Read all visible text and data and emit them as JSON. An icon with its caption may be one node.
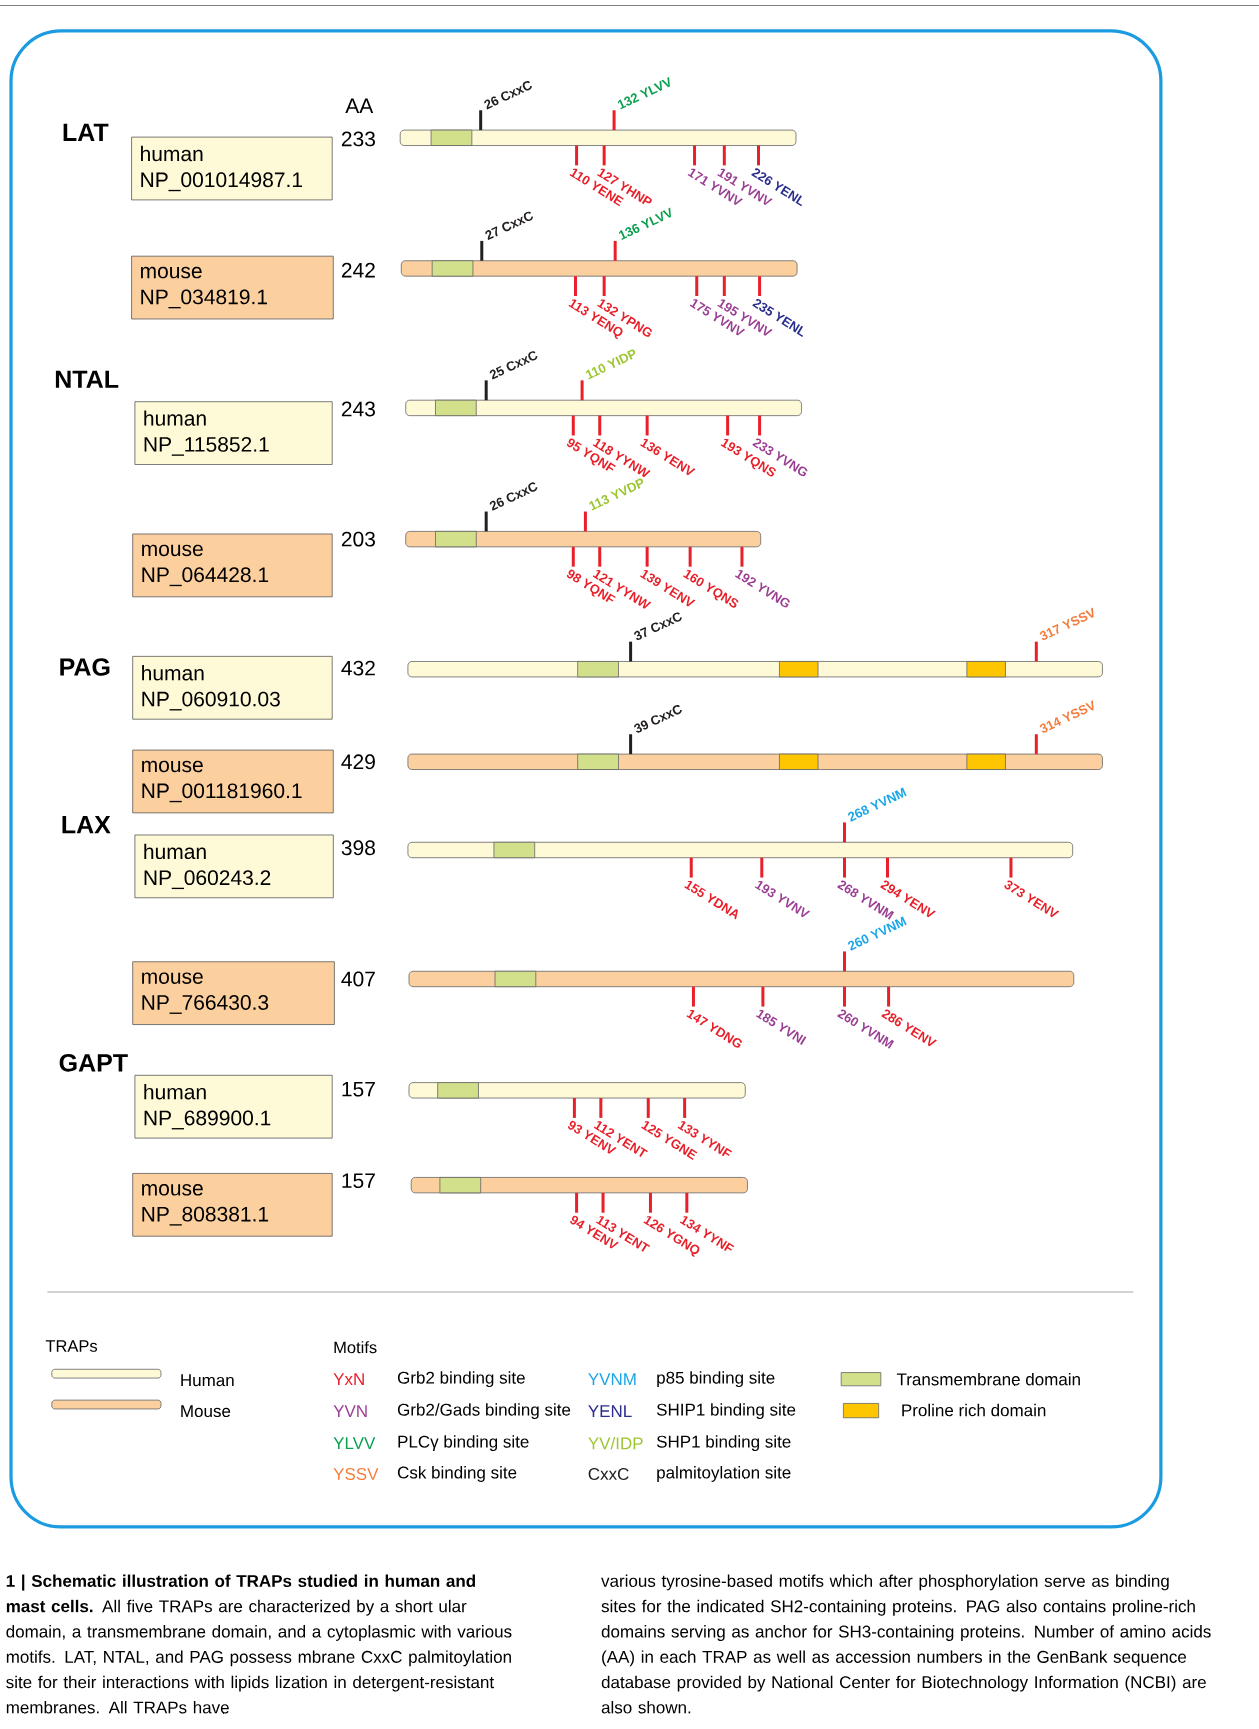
{
  "diagram": {
    "nodes": [
      {
        "text": [
          "human",
          "NP_001014987.1"
        ],
        "beside": [
          "233"
        ]
      },
      {
        "text": [
          "mouse",
          "NP_034819.1"
        ],
        "beside": [
          "242"
        ]
      },
      {
        "text": [
          "human",
          "NP_115852.1"
        ],
        "beside": [
          "243"
        ]
      },
      {
        "text": [
          "mouse",
          "NP_064428.1"
        ],
        "beside": [
          "203"
        ]
      },
      {
        "text": [
          "human",
          "NP_060910.03"
        ],
        "beside": [
          "432"
        ]
      },
      {
        "text": [
          "mouse",
          "NP_001181960.1"
        ],
        "beside": [
          "429"
        ]
      },
      {
        "text": [
          "human",
          "NP_060243.2"
        ],
        "beside": [
          "398"
        ]
      },
      {
        "text": [
          "mouse",
          "NP_766430.3"
        ],
        "beside": [
          "407"
        ]
      },
      {
        "text": [
          "human",
          "NP_689900.1"
        ],
        "beside": [
          "157"
        ]
      },
      {
        "text": [
          "mouse",
          "NP_808381.1"
        ],
        "beside": [
          "157"
        ]
      }
    ],
    "labels": [
      "LAT",
      "AA",
      "26 CxxC",
      "132 YLVV",
      "110 YENE",
      "127 YHNP",
      "171 YVNV",
      "191 YVNV",
      "226 YENL",
      "27 CxxC",
      "136 YLVV",
      "113 YENQ",
      "132 YPNG",
      "175 YVNV",
      "195 YVNV",
      "235 YENL",
      "NTAL",
      "25 CxxC",
      "110 YIDP",
      "95 YQNF",
      "118 YYNW",
      "136 YENV",
      "193 YQNS",
      "233 YVNG",
      "26 CxxC",
      "113 YVDP",
      "98 YQNF",
      "121 YYNW",
      "139 YENV",
      "160 YQNS",
      "192 YVNG",
      "PAG",
      "37 CxxC",
      "317 YSSV",
      "39 CxxC",
      "314 YSSV",
      "LAX",
      "268 YVNM",
      "155 YDNA",
      "193 YVNV",
      "268 YVNM",
      "294 YENV",
      "373 YENV",
      "260 YVNM",
      "147 YDNG",
      "185 YVNI",
      "260 YVNM",
      "286 YENV",
      "GAPT",
      "93 YENV",
      "112 YENT",
      "125 YGNE",
      "133 YYNF",
      "94 YENV",
      "113 YENT",
      "126 YGNQ",
      "134 YYNF",
      "TRAPs",
      "Motifs",
      "YxN",
      "Grb2 binding site",
      "YVNM",
      "p85 binding site",
      "YVN",
      "Grb2/Gads binding site",
      "YENL",
      "SHIP1 binding site",
      "YLVV",
      "PLCγ binding site",
      "YV/IDP",
      "SHP1 binding site",
      "YSSV",
      "Csk binding site",
      "CxxC",
      "palmitoylation site",
      "**1 | Schematic illustration of TRAPs studied in human and mast cells.** All five TRAPs are characterized by a short ular domain, a transmembrane domain, and a cytoplasmic with various motifs. LAT, NTAL, and PAG possess mbrane CxxC palmitoylation site for their interactions with lipids lization in detergent-resistant membranes. All TRAPs have",
      "various tyrosine-based motifs which after phosphorylation serve as binding sites for the indicated SH2-containing proteins. PAG also contains proline-rich domains serving as anchor for SH3-containing proteins. Number of amino acids (AA) in each TRAP as well as accession numbers in the GenBank sequence database provided by National Center for Biotechnology Information (NCBI) are also shown."
    ],
    "legend": [
      {
        "text": "Human",
        "color": "#fef9d6"
      },
      {
        "text": "Mouse",
        "color": "#fccf9f"
      },
      {
        "text": "Transmembrane domain",
        "color": "#d3e08b"
      },
      {
        "text": "Proline rich domain",
        "color": "#fdc600"
      }
    ]
  }
}
